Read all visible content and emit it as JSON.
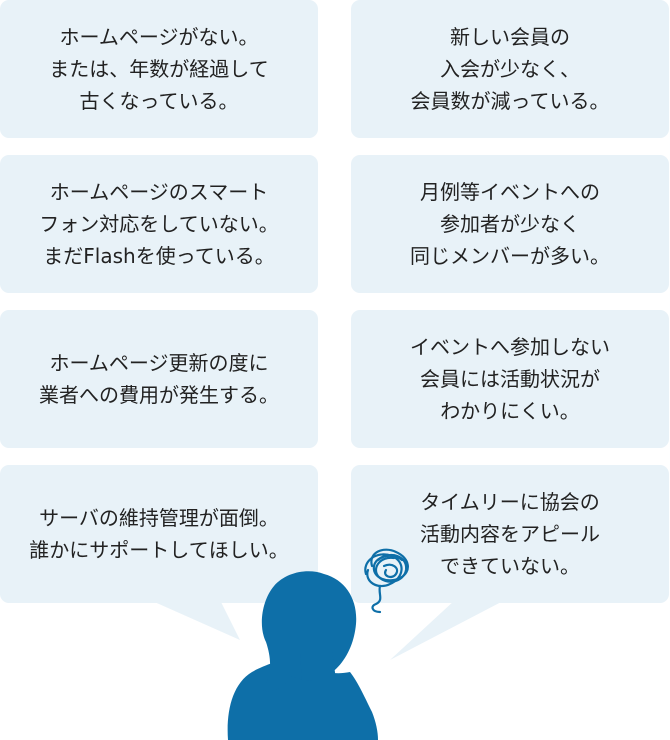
{
  "problems": {
    "left": [
      "ホームページがない。\nまたは、年数が経過して\n古くなっている。",
      "ホームページのスマート\nフォン対応をしていない。\nまだFlashを使っている。",
      "ホームページ更新の度に\n業者への費用が発生する。",
      "サーバの維持管理が面倒。\n誰かにサポートしてほしい。"
    ],
    "right": [
      "新しい会員の\n入会が少なく、\n会員数が減っている。",
      "月例等イベントへの\n参加者が少なく\n同じメンバーが多い。",
      "イベントへ参加しない\n会員には活動状況が\nわかりにくい。",
      "タイムリーに協会の\n活動内容をアピール\nできていない。"
    ]
  },
  "colors": {
    "box_background": "#e8f2f8",
    "text": "#222222",
    "person": "#0e6fa8"
  },
  "icons": {
    "person": "person-silhouette-icon",
    "worry": "tangled-thought-icon"
  }
}
